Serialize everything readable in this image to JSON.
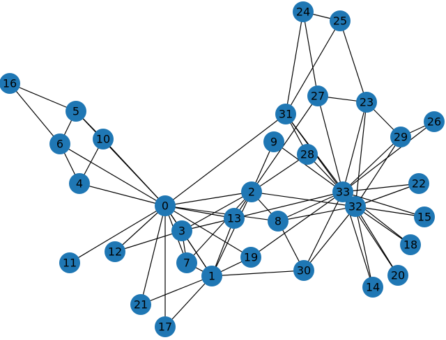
{
  "graph": {
    "node_color": "#1f77b4",
    "edge_color": "#000000",
    "label_color": "#000000",
    "nodes": [
      "0",
      "1",
      "2",
      "3",
      "4",
      "5",
      "6",
      "7",
      "8",
      "9",
      "10",
      "11",
      "12",
      "13",
      "14",
      "15",
      "16",
      "17",
      "18",
      "19",
      "20",
      "21",
      "22",
      "23",
      "24",
      "25",
      "26",
      "27",
      "28",
      "29",
      "30",
      "31",
      "32",
      "33"
    ],
    "edges": [
      [
        0,
        1
      ],
      [
        0,
        2
      ],
      [
        0,
        3
      ],
      [
        0,
        4
      ],
      [
        0,
        5
      ],
      [
        0,
        6
      ],
      [
        0,
        7
      ],
      [
        0,
        8
      ],
      [
        0,
        10
      ],
      [
        0,
        11
      ],
      [
        0,
        12
      ],
      [
        0,
        13
      ],
      [
        0,
        17
      ],
      [
        0,
        19
      ],
      [
        0,
        21
      ],
      [
        0,
        31
      ],
      [
        1,
        2
      ],
      [
        1,
        3
      ],
      [
        1,
        7
      ],
      [
        1,
        13
      ],
      [
        1,
        17
      ],
      [
        1,
        19
      ],
      [
        1,
        21
      ],
      [
        1,
        30
      ],
      [
        2,
        3
      ],
      [
        2,
        7
      ],
      [
        2,
        8
      ],
      [
        2,
        9
      ],
      [
        2,
        13
      ],
      [
        2,
        27
      ],
      [
        2,
        28
      ],
      [
        2,
        32
      ],
      [
        3,
        7
      ],
      [
        3,
        12
      ],
      [
        3,
        13
      ],
      [
        4,
        6
      ],
      [
        4,
        10
      ],
      [
        5,
        6
      ],
      [
        5,
        10
      ],
      [
        5,
        16
      ],
      [
        6,
        16
      ],
      [
        8,
        30
      ],
      [
        8,
        32
      ],
      [
        8,
        33
      ],
      [
        9,
        33
      ],
      [
        13,
        33
      ],
      [
        14,
        32
      ],
      [
        14,
        33
      ],
      [
        15,
        32
      ],
      [
        15,
        33
      ],
      [
        18,
        32
      ],
      [
        18,
        33
      ],
      [
        19,
        33
      ],
      [
        20,
        32
      ],
      [
        20,
        33
      ],
      [
        22,
        32
      ],
      [
        22,
        33
      ],
      [
        23,
        25
      ],
      [
        23,
        27
      ],
      [
        23,
        29
      ],
      [
        23,
        32
      ],
      [
        23,
        33
      ],
      [
        24,
        25
      ],
      [
        24,
        27
      ],
      [
        24,
        31
      ],
      [
        25,
        31
      ],
      [
        26,
        29
      ],
      [
        26,
        33
      ],
      [
        27,
        33
      ],
      [
        28,
        31
      ],
      [
        28,
        33
      ],
      [
        29,
        32
      ],
      [
        29,
        33
      ],
      [
        30,
        32
      ],
      [
        30,
        33
      ],
      [
        31,
        32
      ],
      [
        31,
        33
      ],
      [
        32,
        33
      ]
    ]
  }
}
